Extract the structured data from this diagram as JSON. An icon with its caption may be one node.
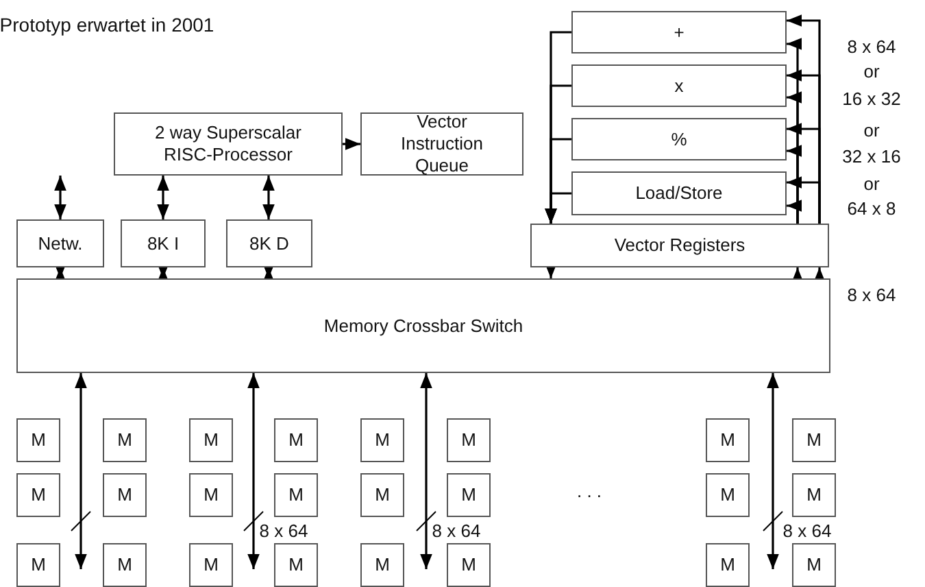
{
  "diagram": {
    "nodes": [
      {
        "text": [
          "2 way Superscalar RISC-Processor"
        ]
      },
      {
        "text": [
          "Vector Instruction Queue"
        ]
      },
      {
        "text": [
          "+"
        ]
      },
      {
        "text": [
          "x"
        ]
      },
      {
        "text": [
          "%"
        ]
      },
      {
        "text": [
          "Load/Store"
        ]
      },
      {
        "text": [
          "Netw."
        ]
      },
      {
        "text": [
          "8K I"
        ]
      },
      {
        "text": [
          "8K D"
        ]
      },
      {
        "text": [
          "Vector Registers"
        ]
      },
      {
        "text": [
          "Memory Crossbar Switch"
        ]
      },
      {
        "text": [
          "M"
        ]
      },
      {
        "text": [
          "M"
        ]
      },
      {
        "text": [
          "M"
        ]
      },
      {
        "text": [
          "M"
        ]
      },
      {
        "text": [
          "M"
        ]
      },
      {
        "text": [
          "M"
        ]
      },
      {
        "text": [
          "M"
        ]
      },
      {
        "text": [
          "M"
        ]
      },
      {
        "text": [
          "M"
        ]
      },
      {
        "text": [
          "M"
        ]
      },
      {
        "text": [
          "M"
        ]
      },
      {
        "text": [
          "M"
        ]
      },
      {
        "text": [
          "M"
        ]
      },
      {
        "text": [
          "M"
        ]
      },
      {
        "text": [
          "M"
        ]
      },
      {
        "text": [
          "M"
        ]
      },
      {
        "text": [
          "M"
        ]
      },
      {
        "text": [
          "M"
        ]
      },
      {
        "text": [
          "M"
        ]
      },
      {
        "text": [
          "M"
        ]
      },
      {
        "text": [
          "M"
        ]
      },
      {
        "text": [
          "M"
        ]
      },
      {
        "text": [
          "M"
        ]
      },
      {
        "text": [
          "M"
        ]
      }
    ],
    "edges": [
      {
        "from": 0,
        "to": 1,
        "arrow": "to"
      },
      {
        "from": 6,
        "to": null,
        "arrow": "both"
      },
      {
        "from": 6,
        "to": 10,
        "arrow": "both"
      },
      {
        "from": 7,
        "to": 0,
        "arrow": "both"
      },
      {
        "from": 8,
        "to": 0,
        "arrow": "both"
      },
      {
        "from": 7,
        "to": 10,
        "arrow": "both"
      },
      {
        "from": 8,
        "to": 10,
        "arrow": "both"
      },
      {
        "from": 9,
        "to": 10,
        "arrow": "to"
      },
      {
        "from": 10,
        "to": 9,
        "arrow": "to"
      },
      {
        "from": 10,
        "to": 9,
        "arrow": "to"
      },
      {
        "from": 2,
        "to": 9,
        "arrow": "to"
      },
      {
        "from": 3,
        "to": 9,
        "arrow": "to"
      },
      {
        "from": 4,
        "to": 9,
        "arrow": "to"
      },
      {
        "from": 5,
        "to": 9,
        "arrow": "to"
      },
      {
        "from": 9,
        "to": 2,
        "arrow": "to"
      },
      {
        "from": 9,
        "to": 3,
        "arrow": "to"
      },
      {
        "from": 9,
        "to": 4,
        "arrow": "to"
      },
      {
        "from": 9,
        "to": 5,
        "arrow": "to"
      },
      {
        "from": 9,
        "to": 2,
        "arrow": "to"
      },
      {
        "from": 9,
        "to": 3,
        "arrow": "to"
      },
      {
        "from": 9,
        "to": 4,
        "arrow": "to"
      },
      {
        "from": 9,
        "to": 5,
        "arrow": "to"
      },
      {
        "from": 10,
        "to": 27,
        "arrow": "both"
      },
      {
        "from": 10,
        "to": 29,
        "arrow": "both"
      },
      {
        "from": 10,
        "to": 31,
        "arrow": "both"
      },
      {
        "from": 10,
        "to": 34,
        "arrow": "both"
      }
    ],
    "labels": [
      "Prototyp erwartet in 2001",
      "8 x 64",
      "or",
      "16 x 32",
      "or",
      "32 x 16",
      "or",
      "64 x 8",
      "8 x 64",
      ". . .",
      "8 x 64",
      "8 x 64",
      "8 x 64"
    ]
  }
}
